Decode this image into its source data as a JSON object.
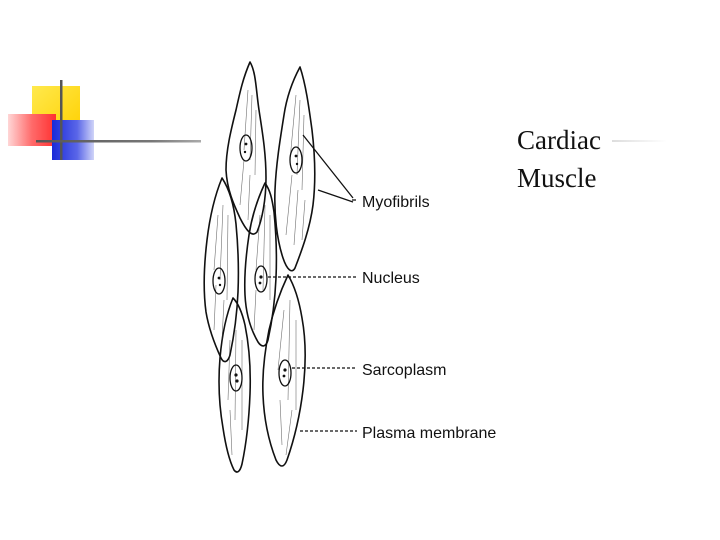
{
  "slide": {
    "title_lines": [
      "Cardiac",
      "Muscle"
    ]
  },
  "diagram": {
    "labels": {
      "myofibrils": "Myofibrils",
      "nucleus": "Nucleus",
      "sarcoplasm": "Sarcoplasm",
      "plasma_membrane": "Plasma membrane"
    }
  },
  "colors": {
    "deco_yellow": "#ffd900",
    "deco_red": "#ff4444",
    "deco_blue": "#2233dd",
    "deco_line": "#666666",
    "ink": "#111111"
  }
}
